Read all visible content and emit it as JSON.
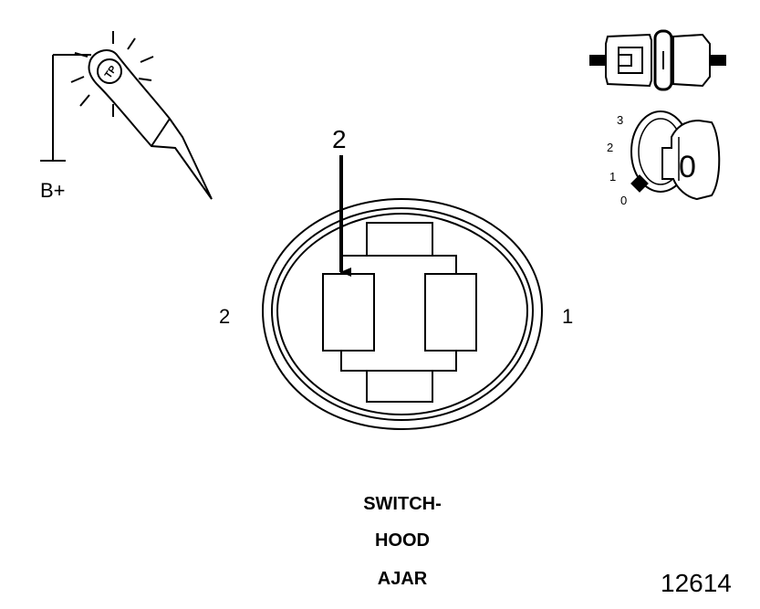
{
  "probe": {
    "supply_label": "B+",
    "icon": "test-light-probe-icon"
  },
  "connector_icon": "connector-disconnected-icon",
  "ignition": {
    "icon": "ignition-key-icon",
    "positions": [
      "3",
      "2",
      "1",
      "0"
    ],
    "key_label": "0"
  },
  "connector_face": {
    "arrow_label": "2",
    "left_pin_label": "2",
    "right_pin_label": "1"
  },
  "caption": {
    "line1": "SWITCH-",
    "line2": "HOOD",
    "line3": "AJAR"
  },
  "figure_number": "12614"
}
